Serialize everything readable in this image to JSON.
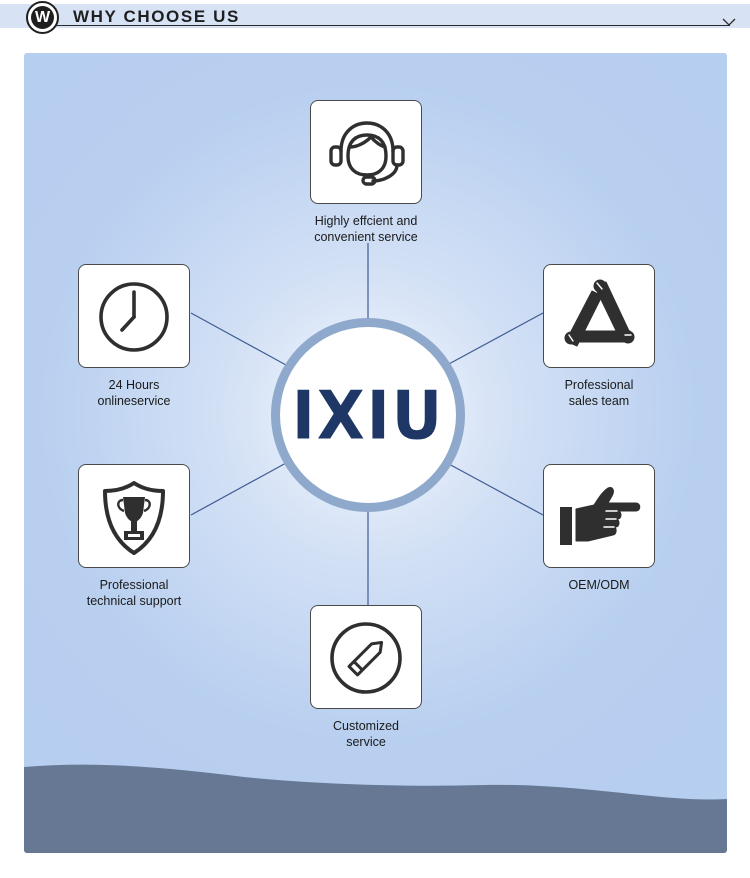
{
  "header": {
    "badge_letter": "W",
    "title": "WHY CHOOSE US"
  },
  "colors": {
    "header_bar": "#d7e3f5",
    "panel": "#b5cdef",
    "wave": "#667893",
    "logo_ring": "#8fa9cc",
    "logo_text": "#1e3766",
    "connector": "#3f5c93"
  },
  "center": {
    "logo_text": "IXIU"
  },
  "features": [
    {
      "id": "service",
      "icon": "headset-icon",
      "line1": "Highly effcient and",
      "line2": "convenient service"
    },
    {
      "id": "hours",
      "icon": "clock-icon",
      "line1": "24 Hours",
      "line2": "onlineservice"
    },
    {
      "id": "sales",
      "icon": "teamwork-hands-icon",
      "line1": "Professional",
      "line2": "sales team"
    },
    {
      "id": "support",
      "icon": "trophy-shield-icon",
      "line1": "Professional",
      "line2": "technical support"
    },
    {
      "id": "oem",
      "icon": "pointing-hand-icon",
      "line1": "OEM/ODM",
      "line2": ""
    },
    {
      "id": "custom",
      "icon": "pencil-icon",
      "line1": "Customized",
      "line2": "service"
    }
  ]
}
